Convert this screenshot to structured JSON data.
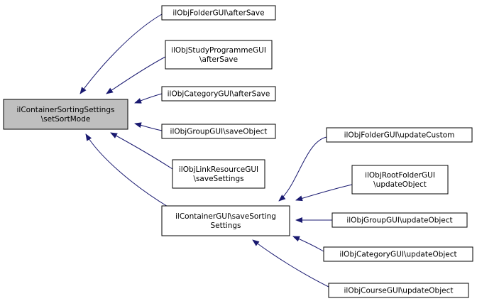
{
  "diagram": {
    "edge_color": "#191970",
    "root_fill": "#bfbfbf",
    "nodes": [
      {
        "id": "root",
        "lines": [
          "ilContainerSortingSettings",
          "\\setSortMode"
        ],
        "root": true
      },
      {
        "id": "folder_aftersave",
        "lines": [
          "ilObjFolderGUI\\afterSave"
        ]
      },
      {
        "id": "studyprog_aftersave",
        "lines": [
          "ilObjStudyProgrammeGUI",
          "\\afterSave"
        ]
      },
      {
        "id": "category_aftersave",
        "lines": [
          "ilObjCategoryGUI\\afterSave"
        ]
      },
      {
        "id": "group_saveobject",
        "lines": [
          "ilObjGroupGUI\\saveObject"
        ]
      },
      {
        "id": "linkresource_savesettings",
        "lines": [
          "ilObjLinkResourceGUI",
          "\\saveSettings"
        ]
      },
      {
        "id": "container_savesorting",
        "lines": [
          "ilContainerGUI\\saveSorting",
          "Settings"
        ]
      },
      {
        "id": "folder_updatecustom",
        "lines": [
          "ilObjFolderGUI\\updateCustom"
        ]
      },
      {
        "id": "rootfolder_updateobject",
        "lines": [
          "ilObjRootFolderGUI",
          "\\updateObject"
        ]
      },
      {
        "id": "group_updateobject",
        "lines": [
          "ilObjGroupGUI\\updateObject"
        ]
      },
      {
        "id": "category_updateobject",
        "lines": [
          "ilObjCategoryGUI\\updateObject"
        ]
      },
      {
        "id": "course_updateobject",
        "lines": [
          "ilObjCourseGUI\\updateObject"
        ]
      }
    ],
    "edges": [
      {
        "from": "folder_aftersave",
        "to": "root"
      },
      {
        "from": "studyprog_aftersave",
        "to": "root"
      },
      {
        "from": "category_aftersave",
        "to": "root"
      },
      {
        "from": "group_saveobject",
        "to": "root"
      },
      {
        "from": "linkresource_savesettings",
        "to": "root"
      },
      {
        "from": "container_savesorting",
        "to": "root"
      },
      {
        "from": "folder_updatecustom",
        "to": "container_savesorting"
      },
      {
        "from": "rootfolder_updateobject",
        "to": "container_savesorting"
      },
      {
        "from": "group_updateobject",
        "to": "container_savesorting"
      },
      {
        "from": "category_updateobject",
        "to": "container_savesorting"
      },
      {
        "from": "course_updateobject",
        "to": "container_savesorting"
      }
    ]
  }
}
